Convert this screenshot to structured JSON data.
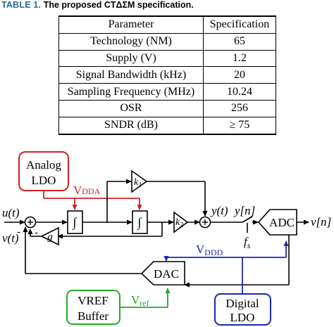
{
  "caption": {
    "label": "TABLE 1.",
    "text": "The proposed CTΔΣM specification."
  },
  "table": {
    "headers": [
      "Parameter",
      "Specification"
    ],
    "rows": [
      {
        "parameter": "Technology (NM)",
        "value": "65"
      },
      {
        "parameter": "Supply (V)",
        "value": "1.2"
      },
      {
        "parameter": "Signal Bandwidth (kHz)",
        "value": "20"
      },
      {
        "parameter": "Sampling Frequency (MHz)",
        "value": "10.24"
      },
      {
        "parameter": "OSR",
        "value": "256"
      },
      {
        "parameter": "SNDR (dB)",
        "value": "≥ 75"
      }
    ]
  },
  "diagram": {
    "analog_ldo": [
      "Analog",
      "LDO"
    ],
    "vdda_main": "V",
    "vdda_sub": "DDA",
    "input_u": "u(t)",
    "input_v": "v(t)",
    "integrator_symbol": "∫",
    "k1_main": "k",
    "k1_sub": "1",
    "k2_main": "k",
    "k2_sub": "2",
    "g_label": "g",
    "minus_sign": "-",
    "y_t": "y(t)",
    "y_n": "y[n]",
    "fs_main": "f",
    "fs_sub": "s",
    "adc_label": "ADC",
    "output_v": "v[n]",
    "vddd_main": "V",
    "vddd_sub": "DDD",
    "dac_label": "DAC",
    "vref_buffer": [
      "VREF",
      "Buffer"
    ],
    "vref_main": "V",
    "vref_sub": "ref",
    "digital_ldo": [
      "Digital",
      "LDO"
    ],
    "colors": {
      "analog_ldo": "#d42020",
      "digital_ldo": "#1a2aa8",
      "vref_buffer": "#22aa22",
      "signal": "#000000"
    }
  }
}
